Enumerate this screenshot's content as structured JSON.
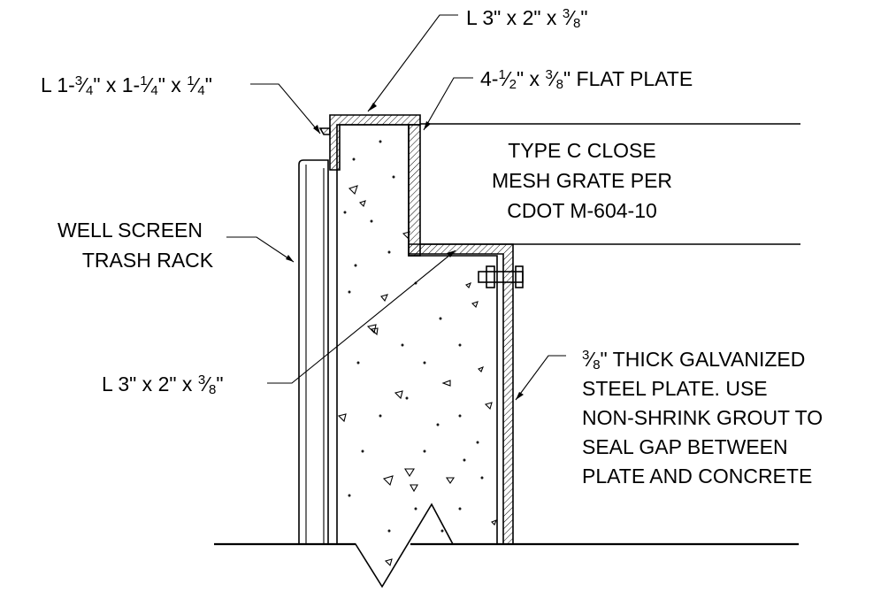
{
  "labels": {
    "angle_top": {
      "pre": "L 3\" x 2\" x ",
      "fr_n": "3",
      "fr_d": "8",
      "post": "\""
    },
    "angle_small": {
      "p1": "L 1-",
      "f1_n": "3",
      "f1_d": "4",
      "p2": "\" x 1-",
      "f2_n": "1",
      "f2_d": "4",
      "p3": "\" x ",
      "f3_n": "1",
      "f3_d": "4",
      "p4": "\""
    },
    "flat_plate": {
      "pre": "4-",
      "f1_n": "1",
      "f1_d": "2",
      "mid": "\" x ",
      "f2_n": "3",
      "f2_d": "8",
      "post": "\" FLAT PLATE"
    },
    "grate": [
      "TYPE C CLOSE",
      "MESH GRATE PER",
      "CDOT M-604-10"
    ],
    "well_screen": [
      "WELL SCREEN",
      "TRASH RACK"
    ],
    "angle_low": {
      "pre": "L 3\" x 2\" x ",
      "fr_n": "3",
      "fr_d": "8",
      "post": "\""
    },
    "steel_plate": {
      "fr_n": "3",
      "fr_d": "8",
      "line1_rest": "\" THICK GALVANIZED",
      "lines": [
        "STEEL PLATE. USE",
        "NON-SHRINK GROUT TO",
        "SEAL GAP BETWEEN",
        "PLATE AND CONCRETE"
      ]
    }
  }
}
